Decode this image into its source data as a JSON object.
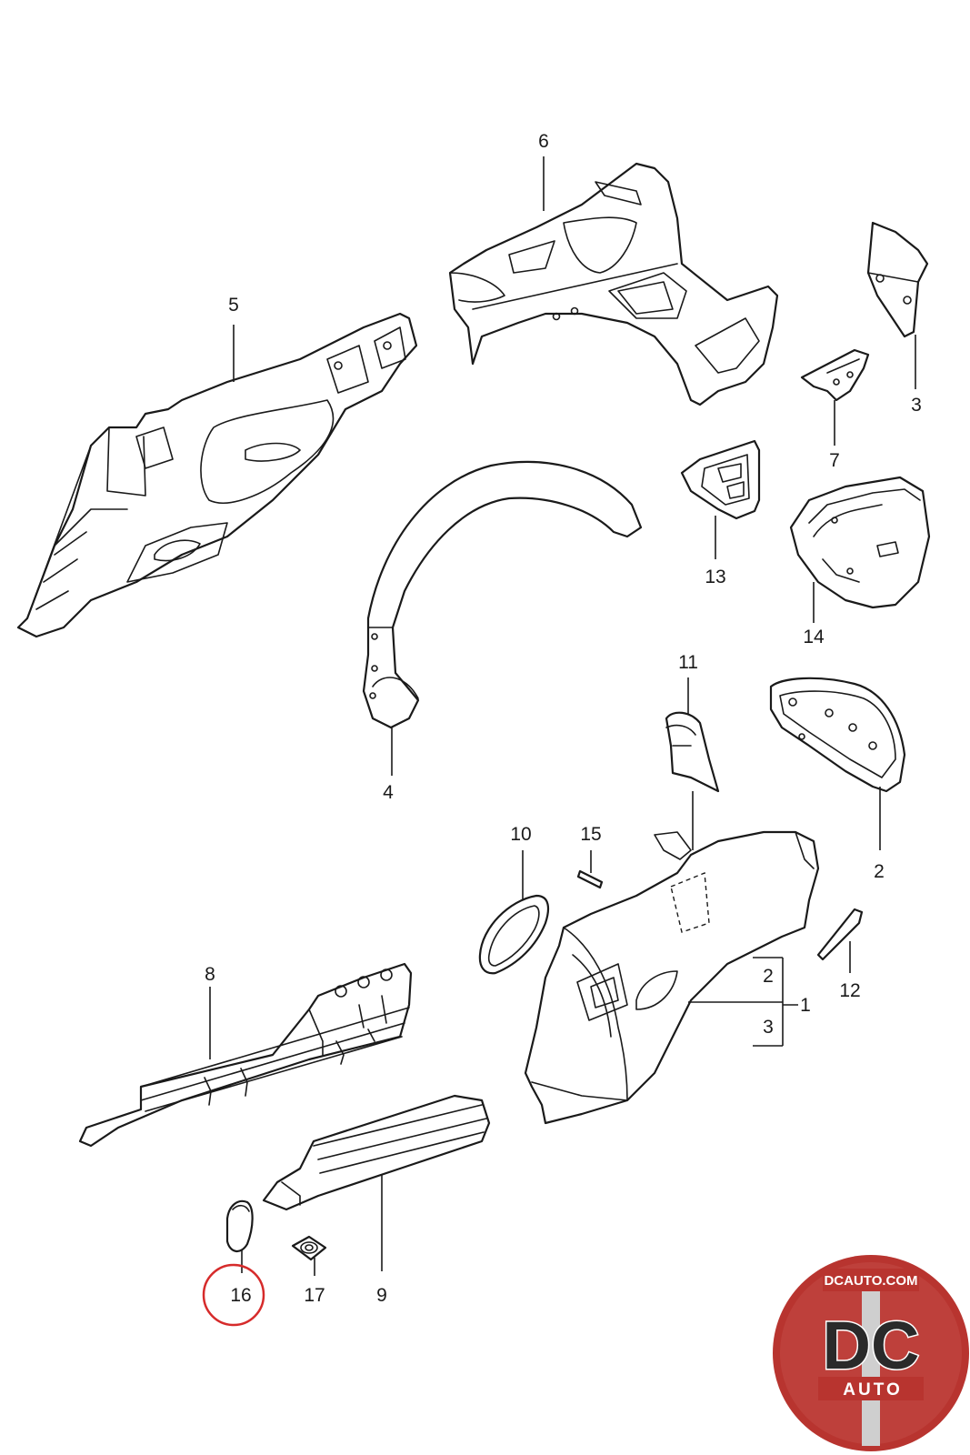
{
  "callouts": [
    {
      "id": "1",
      "label": "1"
    },
    {
      "id": "2",
      "label": "2"
    },
    {
      "id": "3",
      "label": "3"
    },
    {
      "id": "4",
      "label": "4"
    },
    {
      "id": "5",
      "label": "5"
    },
    {
      "id": "6",
      "label": "6"
    },
    {
      "id": "7",
      "label": "7"
    },
    {
      "id": "8",
      "label": "8"
    },
    {
      "id": "9",
      "label": "9"
    },
    {
      "id": "10",
      "label": "10"
    },
    {
      "id": "11",
      "label": "11"
    },
    {
      "id": "12",
      "label": "12"
    },
    {
      "id": "13",
      "label": "13"
    },
    {
      "id": "14",
      "label": "14"
    },
    {
      "id": "15",
      "label": "15"
    },
    {
      "id": "16",
      "label": "16"
    },
    {
      "id": "17",
      "label": "17"
    }
  ],
  "bracket": {
    "top_label": "2",
    "bottom_label": "3"
  },
  "highlight": {
    "part": "16",
    "color": "#d62b2b"
  },
  "logo": {
    "top_text": "DCAUTO.COM",
    "main_text": "DC",
    "sub_text": "AUTO",
    "colors": {
      "red": "#b8342f",
      "silver": "#cfcfcf",
      "dark": "#2a2a2a"
    }
  }
}
